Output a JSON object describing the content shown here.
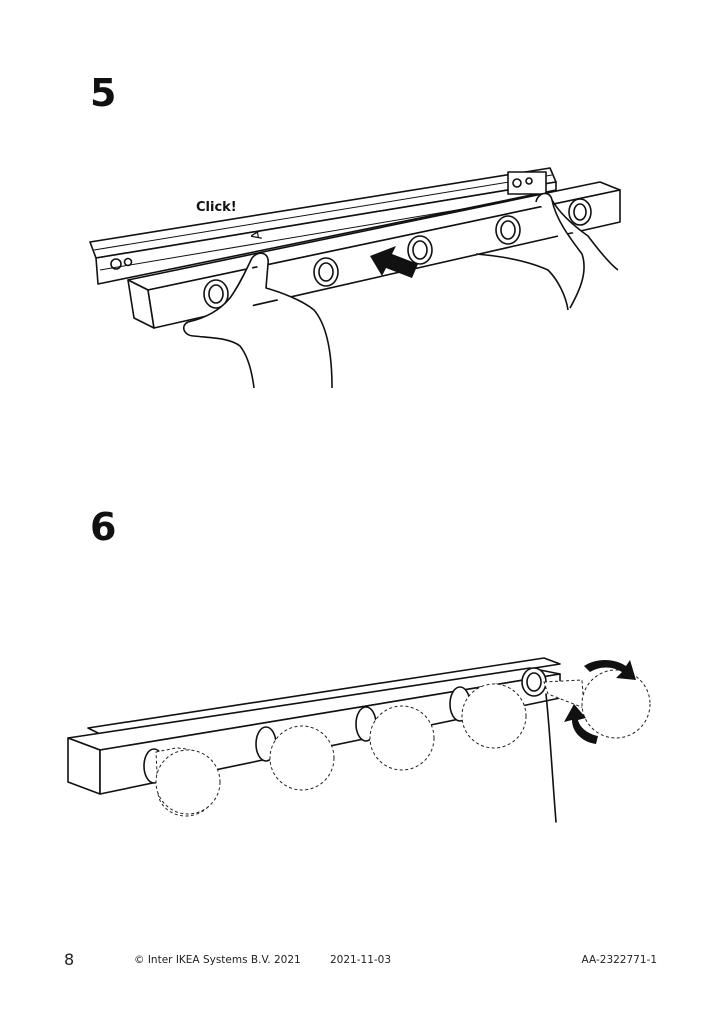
{
  "steps": [
    {
      "number": "5",
      "label": "Click!"
    },
    {
      "number": "6"
    }
  ],
  "footer": {
    "page_number": "8",
    "copyright": "© Inter IKEA Systems B.V. 2021",
    "date": "2021-11-03",
    "doc_code": "AA-2322771-1"
  }
}
